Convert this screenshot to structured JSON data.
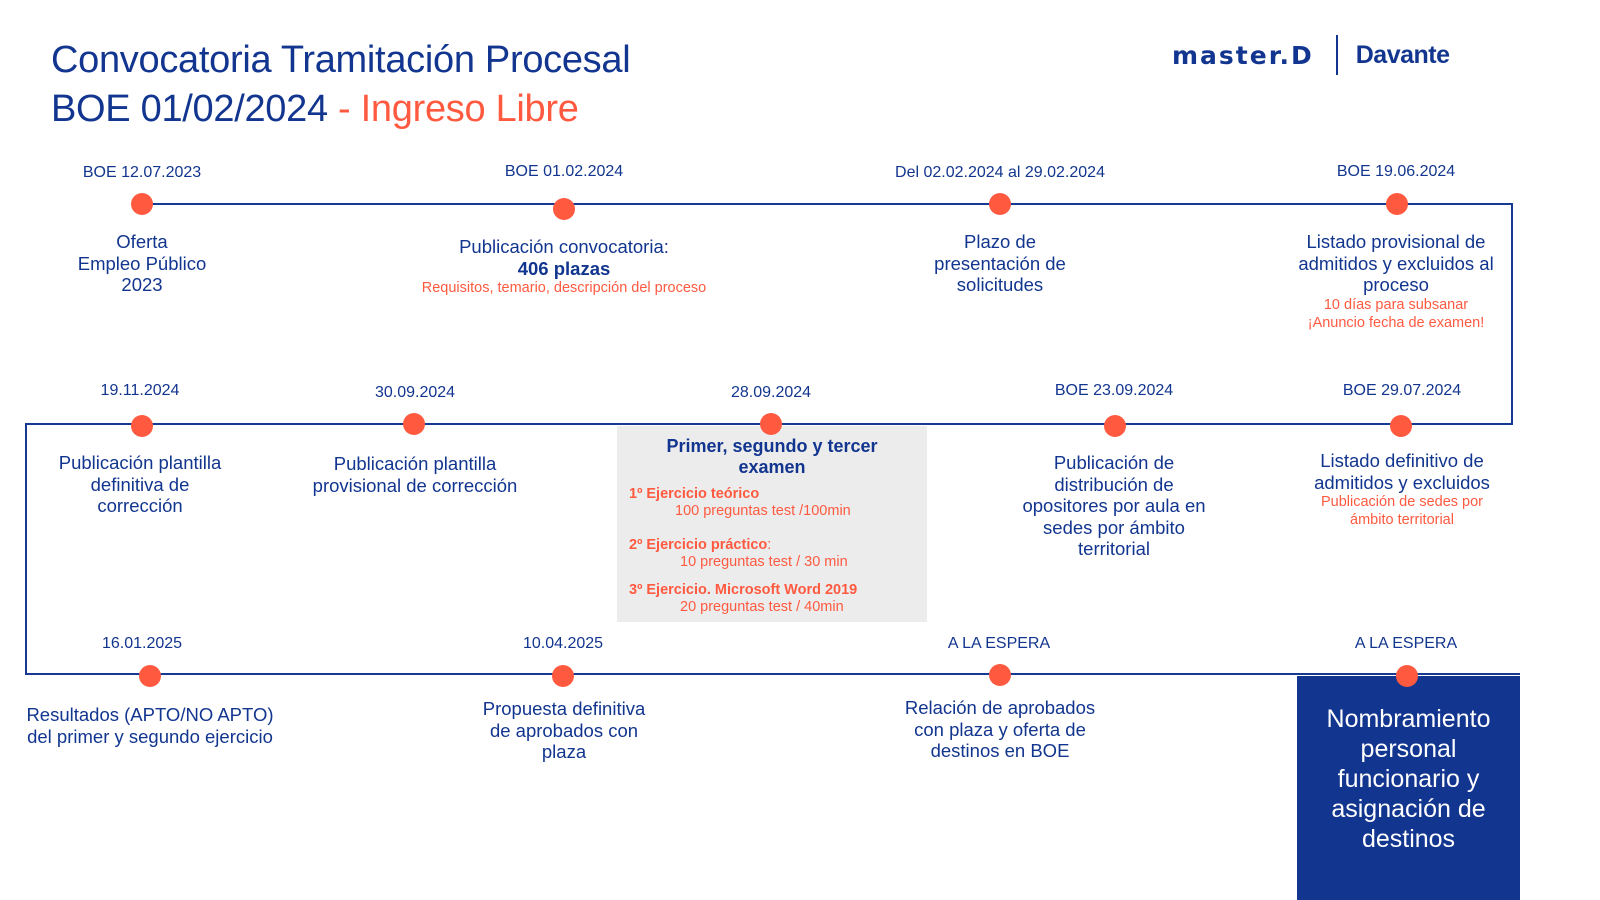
{
  "header": {
    "title_line1": "Convocatoria Tramitación Procesal",
    "title_line2_prefix": "BOE 01/02/2024",
    "title_line2_accent": " - Ingreso Libre"
  },
  "logos": {
    "masterd": "master.D",
    "davante": "Davante"
  },
  "colors": {
    "navy": "#12358f",
    "accent": "#ff5a40",
    "exam_box_bg": "#ececec"
  },
  "milestones": [
    {
      "date": "BOE 12.07.2023",
      "lines": [
        "Oferta",
        "Empleo Público",
        "2023"
      ]
    },
    {
      "date": "BOE 01.02.2024",
      "line1": "Publicación convocatoria:",
      "strong": "406 plazas",
      "note": "Requisitos, temario, descripción del proceso"
    },
    {
      "date": "Del 02.02.2024 al 29.02.2024",
      "lines": [
        "Plazo de",
        "presentación de",
        "solicitudes"
      ]
    },
    {
      "date": "BOE 19.06.2024",
      "text": "Listado provisional de admitidos y excluidos al proceso",
      "note1": "10 días para subsanar",
      "note2": "¡Anuncio fecha de examen!"
    },
    {
      "date": "BOE 29.07.2024",
      "text": "Listado definitivo de admitidos y excluidos",
      "note": "Publicación de sedes por ámbito territorial"
    },
    {
      "date": "BOE 23.09.2024",
      "text": "Publicación de distribución de opositores por aula en sedes por ámbito territorial"
    },
    {
      "date": "28.09.2024",
      "title": "Primer, segundo y tercer examen",
      "exercises": [
        {
          "head": "1º Ejercicio teórico",
          "detail": "100 preguntas test /100min"
        },
        {
          "head": "2º Ejercicio práctico",
          "head_suffix": ":",
          "detail": "10 preguntas test / 30 min"
        },
        {
          "head": "3º Ejercicio. Microsoft Word 2019",
          "detail": "20 preguntas test / 40min"
        }
      ]
    },
    {
      "date": "30.09.2024",
      "text": "Publicación plantilla provisional de corrección"
    },
    {
      "date": "19.11.2024",
      "text": "Publicación plantilla definitiva de corrección"
    },
    {
      "date": "16.01.2025",
      "text": "Resultados (APTO/NO APTO) del primer y segundo ejercicio"
    },
    {
      "date": "10.04.2025",
      "text": "Propuesta definitiva de aprobados con plaza"
    },
    {
      "date": "A LA ESPERA",
      "text": "Relación de aprobados con plaza y oferta de destinos en BOE"
    },
    {
      "date": "A LA ESPERA",
      "text": "Nombramiento personal funcionario y asignación de destinos"
    }
  ]
}
